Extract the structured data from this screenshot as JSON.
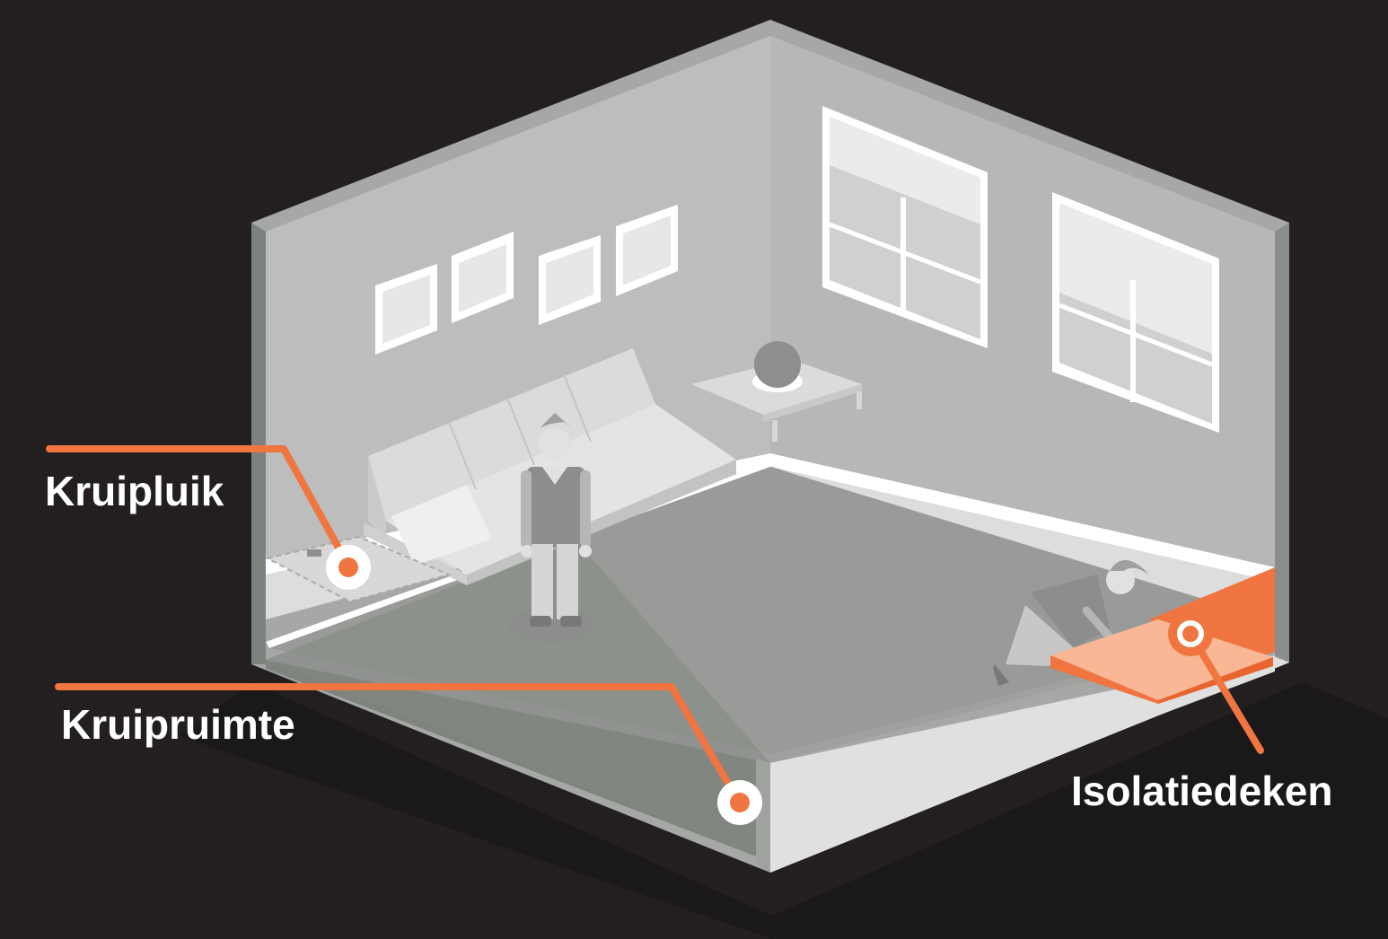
{
  "colors": {
    "background": "#231f20",
    "accent": "#f07540",
    "accent_light": "#f9b795",
    "wall_back": "#bbbdbd",
    "wall_dark": "#8a8d8b",
    "floor": "#9a9b98",
    "crawlspace": "#7f847f",
    "crawlspace_wall": "#dfe0df",
    "white": "#ffffff"
  },
  "callouts": [
    {
      "label": "Kruipluik",
      "marker": "hatch"
    },
    {
      "label": "Kruipruimte",
      "marker": "crawlspace"
    },
    {
      "label": "Isolatiedeken",
      "marker": "insulation-blanket"
    }
  ]
}
